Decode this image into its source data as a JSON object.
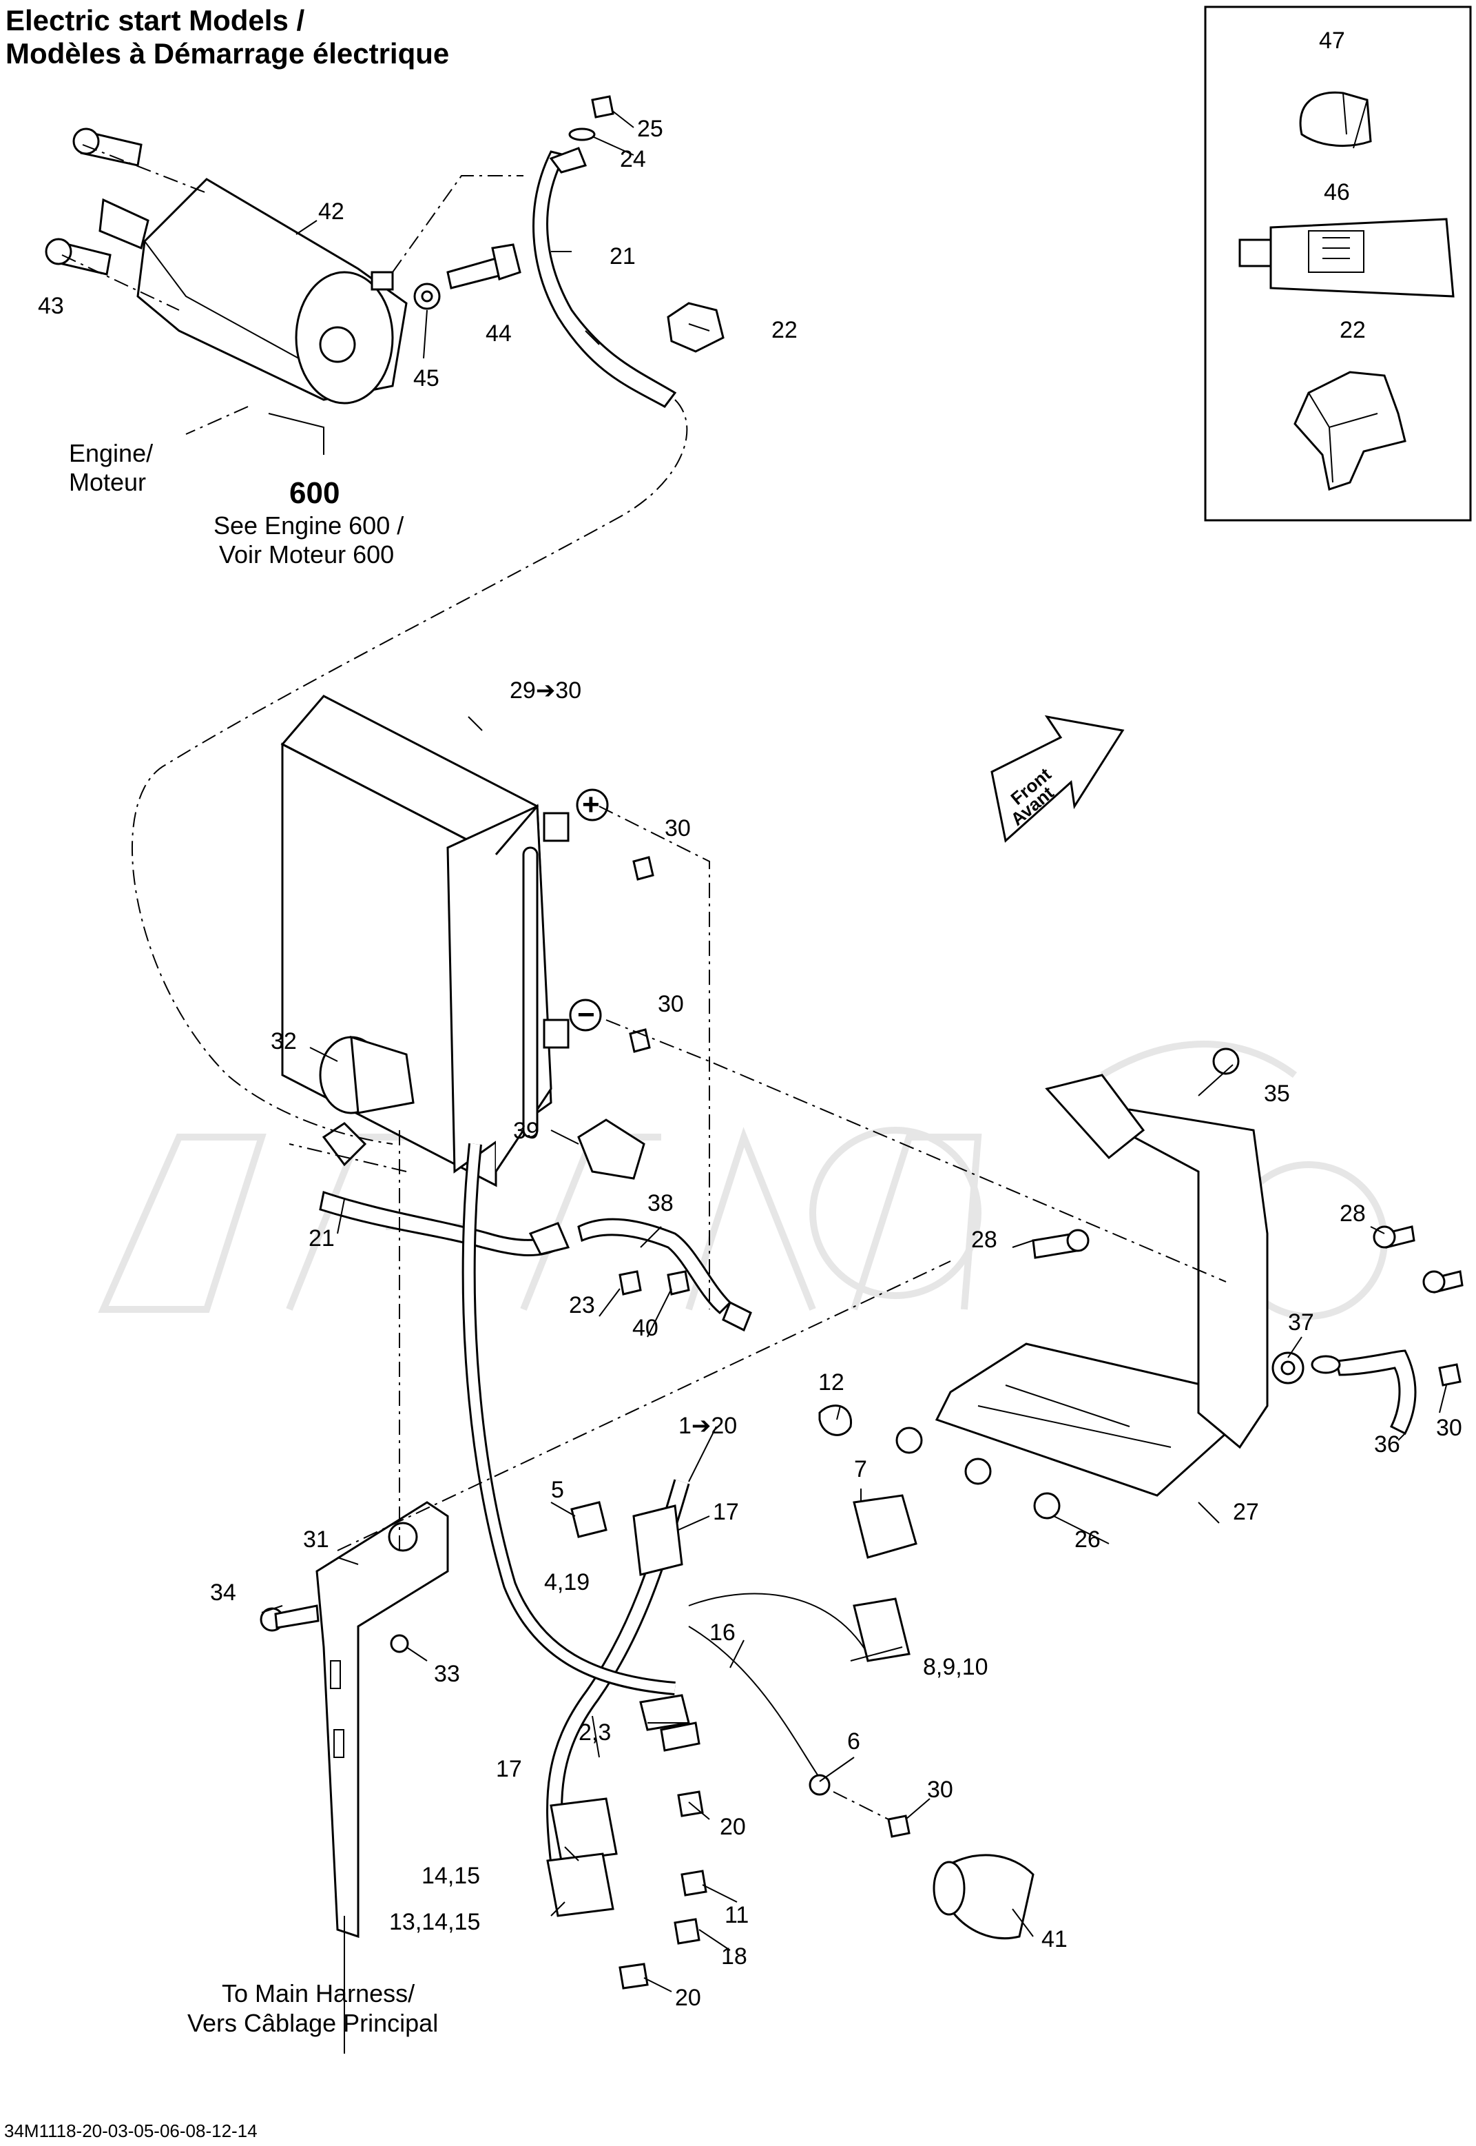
{
  "title": {
    "line1": "Electric start Models /",
    "line2": "Modèles à Démarrage électrique"
  },
  "labels": {
    "p47": "47",
    "p46": "46",
    "p22_inset": "22",
    "p25": "25",
    "p24": "24",
    "p42": "42",
    "p21_top": "21",
    "p22": "22",
    "p43": "43",
    "p44": "44",
    "p45": "45",
    "p29_30": "29➔30",
    "p30_a": "30",
    "p30_b": "30",
    "p32": "32",
    "p39": "39",
    "p35": "35",
    "p38": "38",
    "p21_mid": "21",
    "p23": "23",
    "p40": "40",
    "p28_a": "28",
    "p28_b": "28",
    "p37": "37",
    "p12": "12",
    "p1_20": "1➔20",
    "p7": "7",
    "p5": "5",
    "p17_a": "17",
    "p31": "31",
    "p4_19": "4,19",
    "p36": "36",
    "p30_c": "30",
    "p26": "26",
    "p27": "27",
    "p34": "34",
    "p33": "33",
    "p16": "16",
    "p8_9_10": "8,9,10",
    "p2_3": "2,3",
    "p17_b": "17",
    "p6": "6",
    "p30_d": "30",
    "p20_a": "20",
    "p14_15": "14,15",
    "p11": "11",
    "p13_14_15": "13,14,15",
    "p18": "18",
    "p41": "41",
    "p20_b": "20"
  },
  "notes": {
    "engine_line1": "Engine/",
    "engine_line2": "Moteur",
    "ref_number": "600",
    "ref_line1": "See Engine 600 /",
    "ref_line2": "Voir Moteur 600",
    "front_line1": "Front",
    "front_line2": "Avant",
    "harness_line1": "To Main Harness/",
    "harness_line2": "Vers Câblage Principal",
    "plus": "+",
    "minus": "−"
  },
  "footer": {
    "catalog_code": "34M1118-20-03-05-06-08-12-14"
  }
}
